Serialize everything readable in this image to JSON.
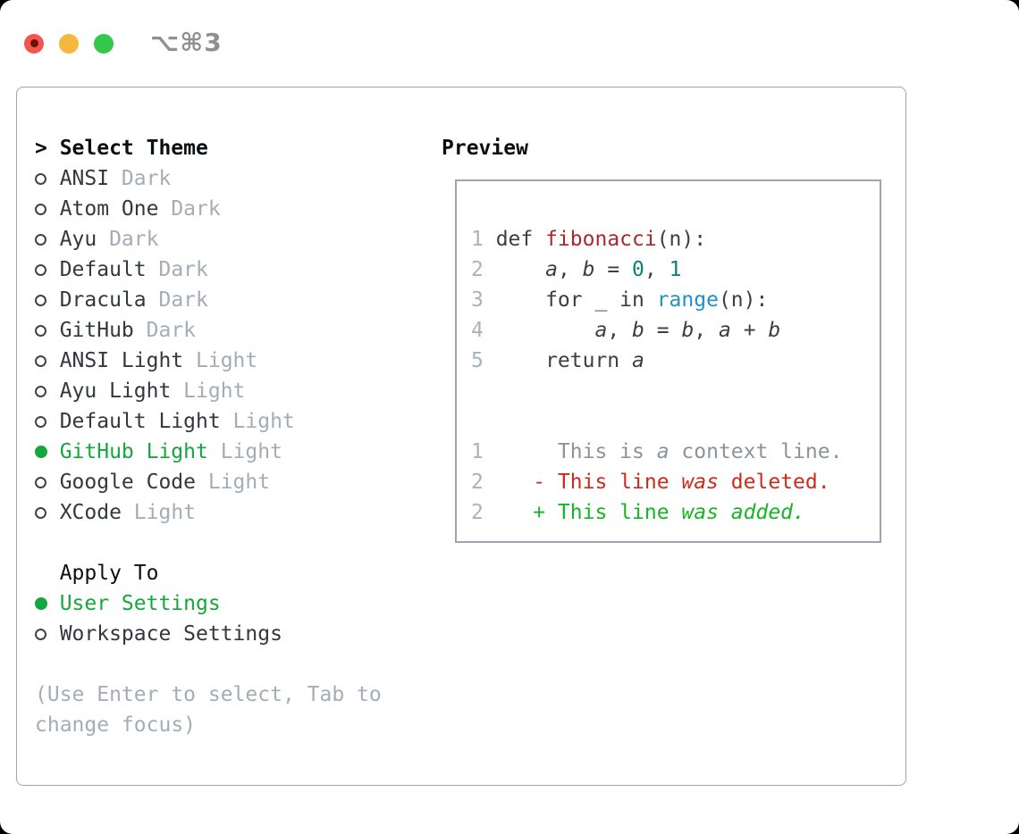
{
  "window": {
    "title_symbols": "⌥⌘3"
  },
  "palette": {
    "accent_green": "#14a73d",
    "muted": "#a3adb8",
    "text_dark": "#33383e",
    "header_black": "#0c0f12",
    "border": "#9ca6b1",
    "line_number": "#a9b3bd",
    "code": "#3a3f45",
    "function_red": "#a8292b",
    "number_teal": "#0c8176",
    "builtin_blue": "#2090cb",
    "context_gray": "#8b949e",
    "deleted_red": "#cb2b1d",
    "added_green": "#16b523",
    "traffic_red": "#f2564e",
    "traffic_red_dot": "#6b1208",
    "traffic_yellow": "#f5b73d",
    "traffic_green": "#34c749"
  },
  "theme_list": {
    "header": "Select Theme",
    "header_marker": ">",
    "items": [
      {
        "name": "ANSI",
        "tag": "Dark",
        "selected": false
      },
      {
        "name": "Atom One",
        "tag": "Dark",
        "selected": false
      },
      {
        "name": "Ayu",
        "tag": "Dark",
        "selected": false
      },
      {
        "name": "Default",
        "tag": "Dark",
        "selected": false
      },
      {
        "name": "Dracula",
        "tag": "Dark",
        "selected": false
      },
      {
        "name": "GitHub",
        "tag": "Dark",
        "selected": false
      },
      {
        "name": "ANSI Light",
        "tag": "Light",
        "selected": false
      },
      {
        "name": "Ayu Light",
        "tag": "Light",
        "selected": false
      },
      {
        "name": "Default Light",
        "tag": "Light",
        "selected": false
      },
      {
        "name": "GitHub Light",
        "tag": "Light",
        "selected": true
      },
      {
        "name": "Google Code",
        "tag": "Light",
        "selected": false
      },
      {
        "name": "XCode",
        "tag": "Light",
        "selected": false
      }
    ]
  },
  "apply_to": {
    "header": "Apply To",
    "options": [
      {
        "name": "User Settings",
        "selected": true
      },
      {
        "name": "Workspace Settings",
        "selected": false
      }
    ]
  },
  "help_lines": [
    "(Use Enter to select, Tab to",
    "change focus)"
  ],
  "preview": {
    "header": "Preview",
    "code_lines": [
      {
        "num": "1",
        "tokens": [
          {
            "t": "def ",
            "c": "code"
          },
          {
            "t": "fibonacci",
            "c": "function_red"
          },
          {
            "t": "(n):",
            "c": "code"
          }
        ]
      },
      {
        "num": "2",
        "tokens": [
          {
            "t": "    ",
            "c": "code"
          },
          {
            "t": "a",
            "c": "code",
            "i": true
          },
          {
            "t": ", ",
            "c": "code"
          },
          {
            "t": "b",
            "c": "code",
            "i": true
          },
          {
            "t": " = ",
            "c": "code"
          },
          {
            "t": "0",
            "c": "number_teal"
          },
          {
            "t": ", ",
            "c": "code"
          },
          {
            "t": "1",
            "c": "number_teal"
          }
        ]
      },
      {
        "num": "3",
        "tokens": [
          {
            "t": "    for _ in ",
            "c": "code"
          },
          {
            "t": "range",
            "c": "builtin_blue"
          },
          {
            "t": "(n):",
            "c": "code"
          }
        ]
      },
      {
        "num": "4",
        "tokens": [
          {
            "t": "        ",
            "c": "code"
          },
          {
            "t": "a",
            "c": "code",
            "i": true
          },
          {
            "t": ", ",
            "c": "code"
          },
          {
            "t": "b",
            "c": "code",
            "i": true
          },
          {
            "t": " = ",
            "c": "code"
          },
          {
            "t": "b",
            "c": "code",
            "i": true
          },
          {
            "t": ", ",
            "c": "code"
          },
          {
            "t": "a",
            "c": "code",
            "i": true
          },
          {
            "t": " + ",
            "c": "code"
          },
          {
            "t": "b",
            "c": "code",
            "i": true
          }
        ]
      },
      {
        "num": "5",
        "tokens": [
          {
            "t": "    return ",
            "c": "code"
          },
          {
            "t": "a",
            "c": "code",
            "i": true
          }
        ]
      }
    ],
    "diff_lines": [
      {
        "num": "1",
        "tokens": [
          {
            "t": "     This is ",
            "c": "context_gray"
          },
          {
            "t": "a",
            "c": "context_gray",
            "i": true
          },
          {
            "t": " context line.",
            "c": "context_gray"
          }
        ]
      },
      {
        "num": "2",
        "tokens": [
          {
            "t": "   - This line ",
            "c": "deleted_red"
          },
          {
            "t": "was",
            "c": "deleted_red",
            "i": true
          },
          {
            "t": " deleted.",
            "c": "deleted_red"
          }
        ]
      },
      {
        "num": "2",
        "tokens": [
          {
            "t": "   + This line ",
            "c": "added_green"
          },
          {
            "t": "was added.",
            "c": "added_green",
            "i": true
          }
        ]
      }
    ]
  }
}
